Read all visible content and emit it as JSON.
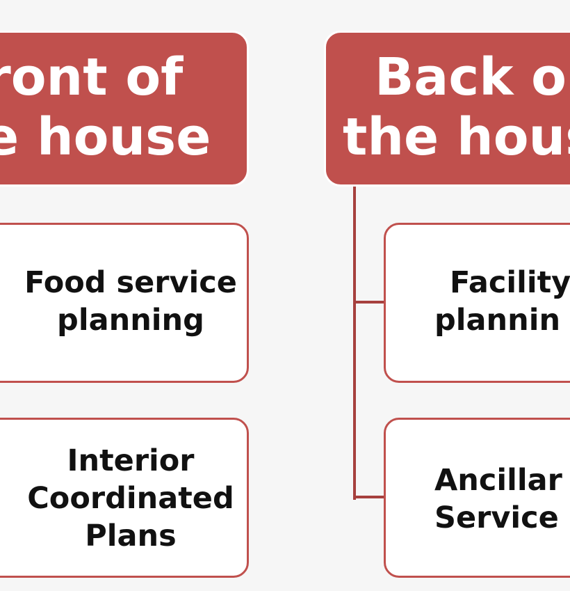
{
  "colors": {
    "header_fill": "#c0504d",
    "header_text": "#ffffff",
    "child_border": "#c0504d",
    "child_fill": "#ffffff",
    "child_text": "#111111",
    "connector": "#a6403e",
    "background": "#f6f6f6"
  },
  "left_column": {
    "header": {
      "line1": "front of",
      "line2": "e house"
    },
    "children": [
      {
        "line1": "Food service",
        "line2": "planning"
      },
      {
        "line1": "Interior",
        "line2": "Coordinated",
        "line3": "Plans"
      }
    ]
  },
  "right_column": {
    "header": {
      "line1": "Back o",
      "line2": "the hous"
    },
    "children": [
      {
        "line1": "Facility",
        "line2": "plannin"
      },
      {
        "line1": "Ancillar",
        "line2": "Service"
      }
    ]
  }
}
